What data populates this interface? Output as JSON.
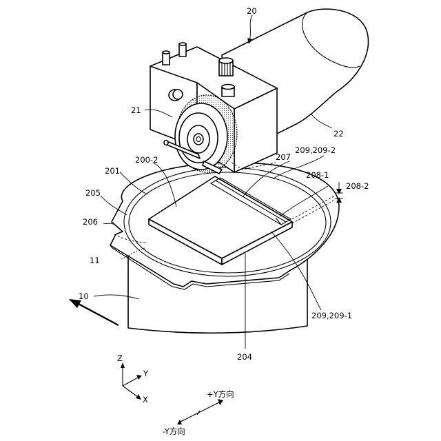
{
  "labels": {
    "l20": "20",
    "l21": "21",
    "l22": "22",
    "l200_2": "200-2",
    "l201": "201",
    "l205": "205",
    "l206": "206",
    "l207": "207",
    "l209_2": "209,209-2",
    "l208_1": "208-1",
    "l208_2": "208-2",
    "l11": "11",
    "l10": "10",
    "l209_1": "209,209-1",
    "l204": "204"
  },
  "axes": {
    "z": "Z",
    "y": "Y",
    "x": "X",
    "plus_y": "+Y方向",
    "minus_y": "-Y方向"
  }
}
